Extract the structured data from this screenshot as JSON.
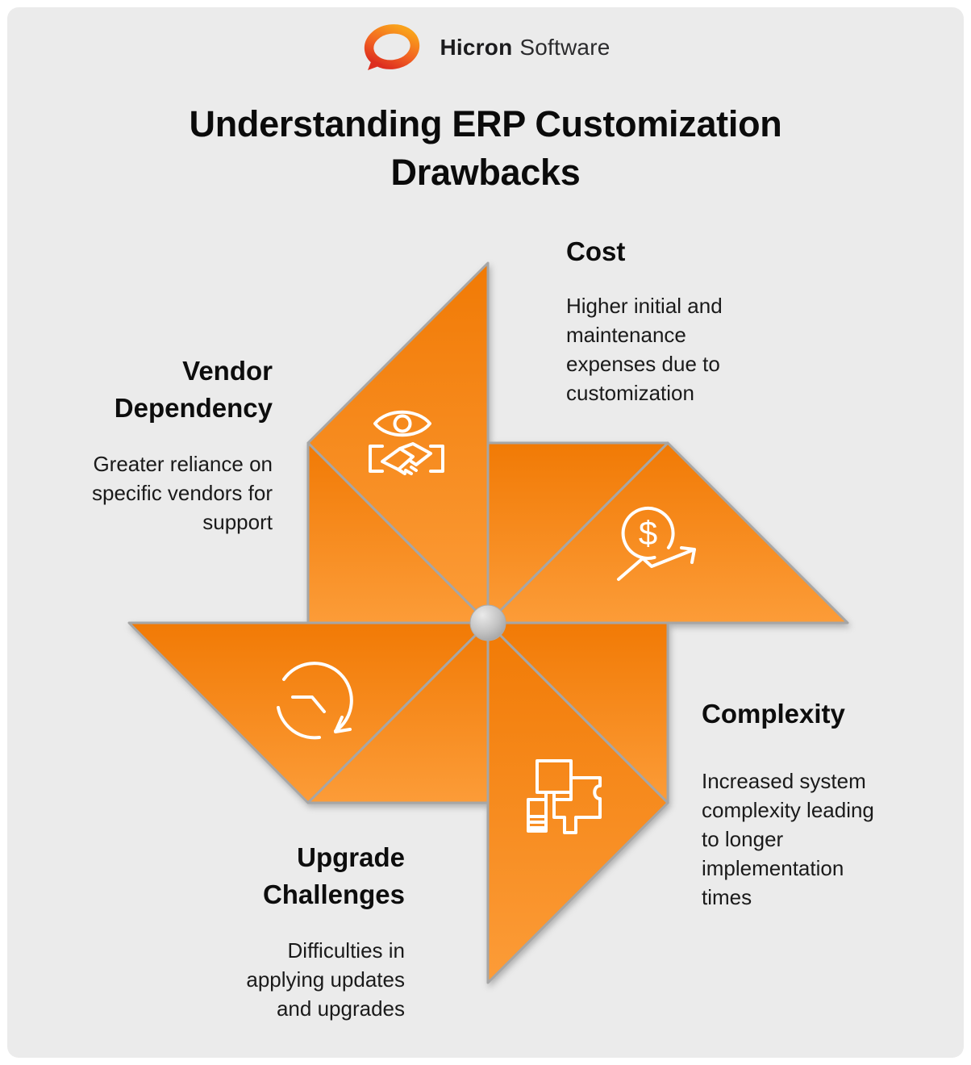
{
  "brand": {
    "name_bold": "Hicron",
    "name_light": "Software"
  },
  "title": "Understanding ERP Customization\nDrawbacks",
  "sections": {
    "cost": {
      "heading": "Cost",
      "body": "Higher initial and\nmaintenance\nexpenses due to\ncustomization"
    },
    "vendor": {
      "heading": "Vendor\nDependency",
      "body": "Greater reliance on\nspecific vendors for\nsupport"
    },
    "complexity": {
      "heading": "Complexity",
      "body": "Increased system\ncomplexity leading\nto longer\nimplementation\ntimes"
    },
    "upgrade": {
      "heading": "Upgrade\nChallenges",
      "body": "Difficulties in\napplying updates\nand upgrades"
    }
  },
  "icons": {
    "vendor": "eye-handshake-icon",
    "cost": "dollar-growth-arrow-icon",
    "complexity": "puzzle-blocks-icon",
    "upgrade": "clockwise-rotation-arrow-icon",
    "hub": "pinwheel-hub",
    "logo": "speech-bubble-logo-icon",
    "dollar_glyph": "$"
  },
  "colors": {
    "canvas": "#FFFFFF",
    "card": "#EBEBEB",
    "blade_gradient_top": "#F17A05",
    "blade_gradient_bottom": "#FC9C38",
    "blade_outline": "#A6A6A6",
    "hub_light": "#E8E8E8",
    "hub_dark": "#A0A0A0",
    "icon_stroke": "#FFFFFF",
    "logo_orange": "#F9A11B",
    "logo_red": "#DD2E1F",
    "text": "#111111"
  }
}
